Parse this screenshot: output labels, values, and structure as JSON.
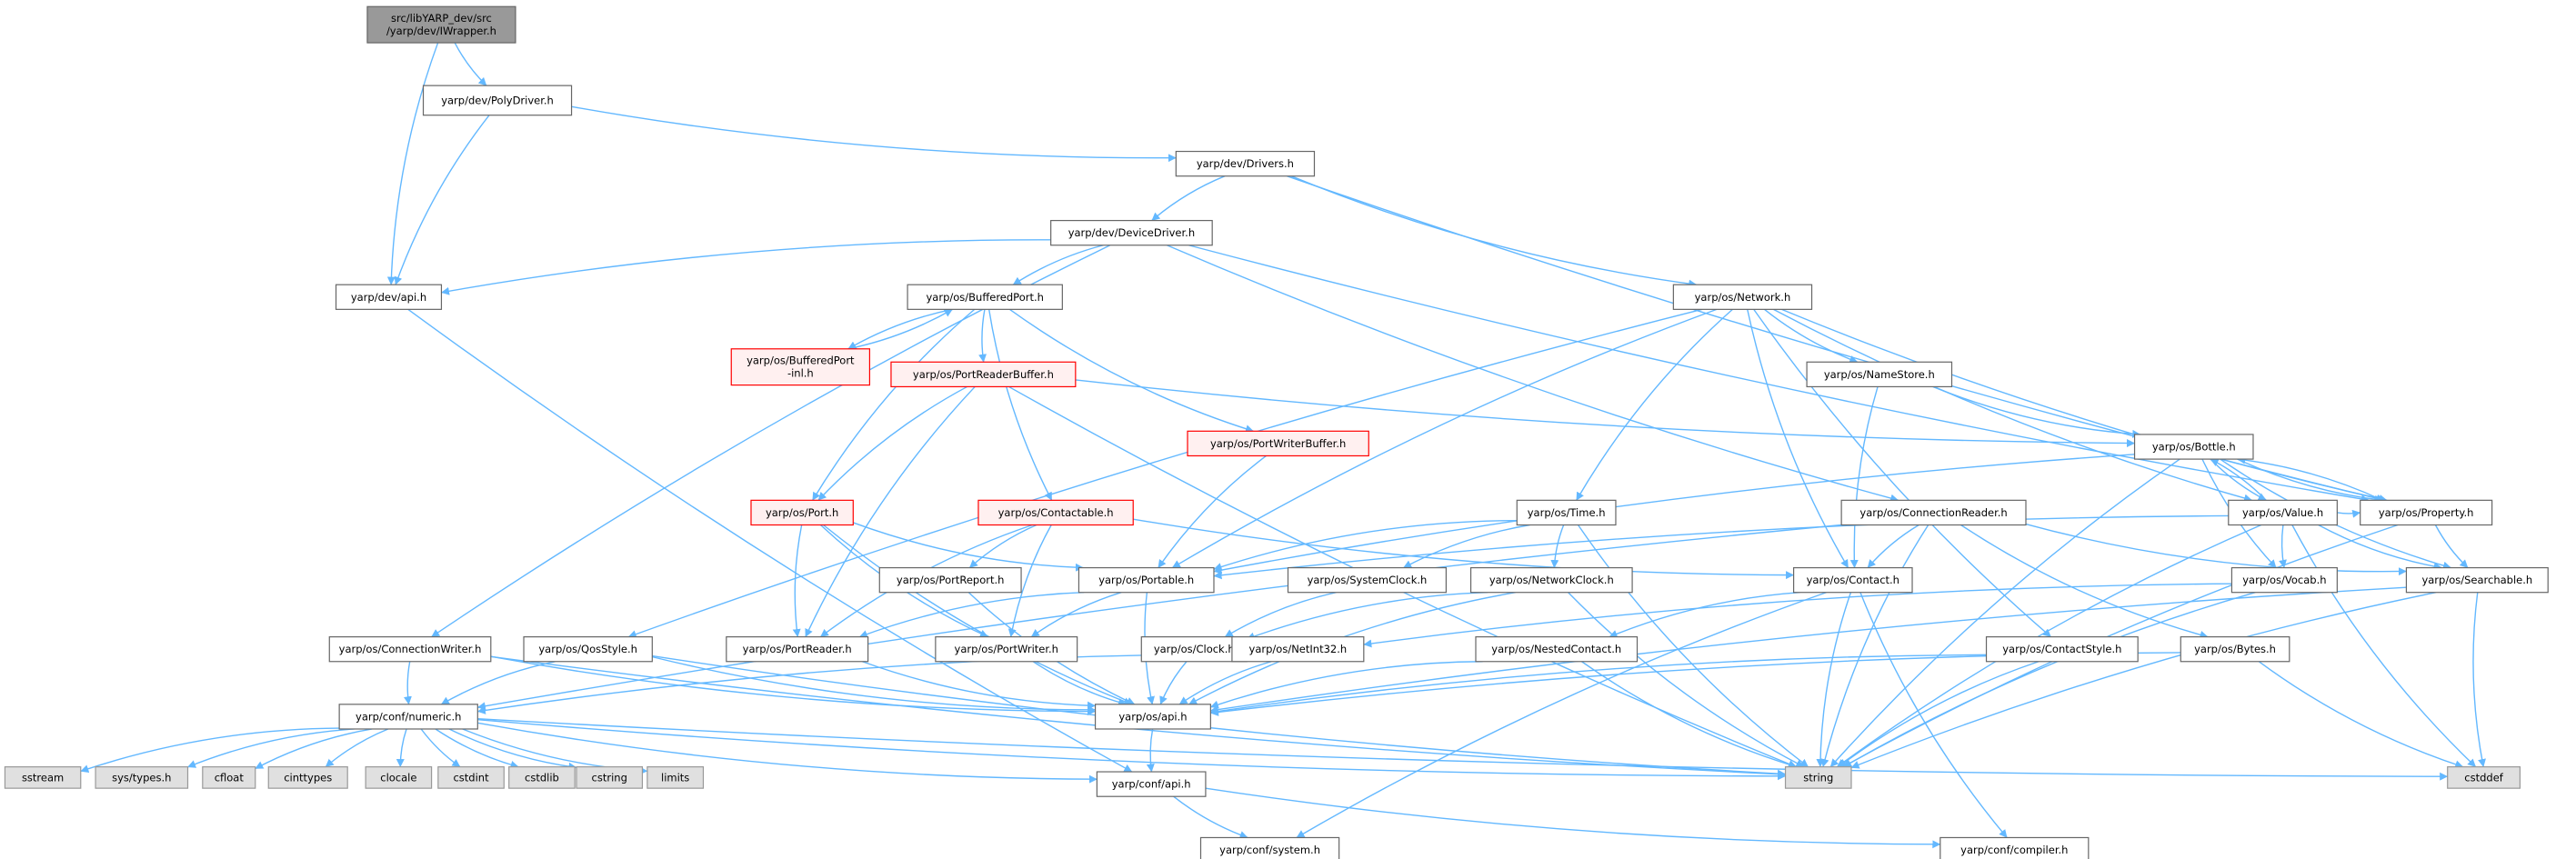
{
  "colors": {
    "edge": "#63B8FF",
    "root_fill": "#999999",
    "normal_fill": "#ffffff",
    "normal_border": "#666666",
    "incomplete_fill": "#FFF0F0",
    "incomplete_border": "#FF0000",
    "external_fill": "#E0E0E0",
    "external_border": "#999999"
  },
  "nodes": [
    {
      "id": "root",
      "label": [
        "src/libYARP_dev/src",
        "/yarp/dev/IWrapper.h"
      ],
      "style": "root"
    },
    {
      "id": "polydriver",
      "label": [
        "yarp/dev/PolyDriver.h"
      ],
      "style": "normal"
    },
    {
      "id": "drivers",
      "label": [
        "yarp/dev/Drivers.h"
      ],
      "style": "normal"
    },
    {
      "id": "devicedriver",
      "label": [
        "yarp/dev/DeviceDriver.h"
      ],
      "style": "normal"
    },
    {
      "id": "devapi",
      "label": [
        "yarp/dev/api.h"
      ],
      "style": "normal"
    },
    {
      "id": "bufferedport",
      "label": [
        "yarp/os/BufferedPort.h"
      ],
      "style": "normal"
    },
    {
      "id": "bufferedportinl",
      "label": [
        "yarp/os/BufferedPort",
        "-inl.h"
      ],
      "style": "incomplete"
    },
    {
      "id": "portreaderbuffer",
      "label": [
        "yarp/os/PortReaderBuffer.h"
      ],
      "style": "incomplete"
    },
    {
      "id": "portwriterbuffer",
      "label": [
        "yarp/os/PortWriterBuffer.h"
      ],
      "style": "incomplete"
    },
    {
      "id": "port",
      "label": [
        "yarp/os/Port.h"
      ],
      "style": "incomplete"
    },
    {
      "id": "contactable",
      "label": [
        "yarp/os/Contactable.h"
      ],
      "style": "incomplete"
    },
    {
      "id": "portreport",
      "label": [
        "yarp/os/PortReport.h"
      ],
      "style": "normal"
    },
    {
      "id": "portable",
      "label": [
        "yarp/os/Portable.h"
      ],
      "style": "normal"
    },
    {
      "id": "portreader",
      "label": [
        "yarp/os/PortReader.h"
      ],
      "style": "normal"
    },
    {
      "id": "portwriter",
      "label": [
        "yarp/os/PortWriter.h"
      ],
      "style": "normal"
    },
    {
      "id": "network",
      "label": [
        "yarp/os/Network.h"
      ],
      "style": "normal"
    },
    {
      "id": "namestore",
      "label": [
        "yarp/os/NameStore.h"
      ],
      "style": "normal"
    },
    {
      "id": "time",
      "label": [
        "yarp/os/Time.h"
      ],
      "style": "normal"
    },
    {
      "id": "connectionreader",
      "label": [
        "yarp/os/ConnectionReader.h"
      ],
      "style": "normal"
    },
    {
      "id": "systemclock",
      "label": [
        "yarp/os/SystemClock.h"
      ],
      "style": "normal"
    },
    {
      "id": "networkclock",
      "label": [
        "yarp/os/NetworkClock.h"
      ],
      "style": "normal"
    },
    {
      "id": "contact",
      "label": [
        "yarp/os/Contact.h"
      ],
      "style": "normal"
    },
    {
      "id": "bottle",
      "label": [
        "yarp/os/Bottle.h"
      ],
      "style": "normal"
    },
    {
      "id": "property",
      "label": [
        "yarp/os/Property.h"
      ],
      "style": "normal"
    },
    {
      "id": "value",
      "label": [
        "yarp/os/Value.h"
      ],
      "style": "normal"
    },
    {
      "id": "searchable",
      "label": [
        "yarp/os/Searchable.h"
      ],
      "style": "normal"
    },
    {
      "id": "vocab",
      "label": [
        "yarp/os/Vocab.h"
      ],
      "style": "normal"
    },
    {
      "id": "clock",
      "label": [
        "yarp/os/Clock.h"
      ],
      "style": "normal"
    },
    {
      "id": "netint32",
      "label": [
        "yarp/os/NetInt32.h"
      ],
      "style": "normal"
    },
    {
      "id": "nestedcontact",
      "label": [
        "yarp/os/NestedContact.h"
      ],
      "style": "normal"
    },
    {
      "id": "contactstyle",
      "label": [
        "yarp/os/ContactStyle.h"
      ],
      "style": "normal"
    },
    {
      "id": "bytes",
      "label": [
        "yarp/os/Bytes.h"
      ],
      "style": "normal"
    },
    {
      "id": "connectionwriter",
      "label": [
        "yarp/os/ConnectionWriter.h"
      ],
      "style": "normal"
    },
    {
      "id": "qosstyle",
      "label": [
        "yarp/os/QosStyle.h"
      ],
      "style": "normal"
    },
    {
      "id": "osapi",
      "label": [
        "yarp/os/api.h"
      ],
      "style": "normal"
    },
    {
      "id": "numeric",
      "label": [
        "yarp/conf/numeric.h"
      ],
      "style": "normal"
    },
    {
      "id": "confapi",
      "label": [
        "yarp/conf/api.h"
      ],
      "style": "normal"
    },
    {
      "id": "system",
      "label": [
        "yarp/conf/system.h"
      ],
      "style": "normal"
    },
    {
      "id": "compiler",
      "label": [
        "yarp/conf/compiler.h"
      ],
      "style": "normal"
    },
    {
      "id": "string",
      "label": [
        "string"
      ],
      "style": "external"
    },
    {
      "id": "cstddef",
      "label": [
        "cstddef"
      ],
      "style": "external"
    },
    {
      "id": "sstream",
      "label": [
        "sstream"
      ],
      "style": "external"
    },
    {
      "id": "systypes",
      "label": [
        "sys/types.h"
      ],
      "style": "external"
    },
    {
      "id": "cfloat",
      "label": [
        "cfloat"
      ],
      "style": "external"
    },
    {
      "id": "cinttypes",
      "label": [
        "cinttypes"
      ],
      "style": "external"
    },
    {
      "id": "clocale",
      "label": [
        "clocale"
      ],
      "style": "external"
    },
    {
      "id": "cstdint",
      "label": [
        "cstdint"
      ],
      "style": "external"
    },
    {
      "id": "cstdlib",
      "label": [
        "cstdlib"
      ],
      "style": "external"
    },
    {
      "id": "cstring",
      "label": [
        "cstring"
      ],
      "style": "external"
    },
    {
      "id": "limits",
      "label": [
        "limits"
      ],
      "style": "external"
    }
  ],
  "edges": [
    [
      "root",
      "polydriver"
    ],
    [
      "root",
      "devapi"
    ],
    [
      "polydriver",
      "drivers"
    ],
    [
      "polydriver",
      "devapi"
    ],
    [
      "drivers",
      "devicedriver"
    ],
    [
      "drivers",
      "network"
    ],
    [
      "drivers",
      "property"
    ],
    [
      "devicedriver",
      "devapi"
    ],
    [
      "devicedriver",
      "bufferedport"
    ],
    [
      "devicedriver",
      "connectionwriter"
    ],
    [
      "devicedriver",
      "connectionreader"
    ],
    [
      "devicedriver",
      "property"
    ],
    [
      "devapi",
      "confapi"
    ],
    [
      "bufferedport",
      "bufferedportinl"
    ],
    [
      "bufferedportinl",
      "bufferedport"
    ],
    [
      "bufferedport",
      "portreaderbuffer"
    ],
    [
      "bufferedport",
      "portwriterbuffer"
    ],
    [
      "bufferedport",
      "port"
    ],
    [
      "bufferedport",
      "contactable"
    ],
    [
      "portreaderbuffer",
      "port"
    ],
    [
      "portreaderbuffer",
      "portreader"
    ],
    [
      "portreaderbuffer",
      "bottle"
    ],
    [
      "portreaderbuffer",
      "string"
    ],
    [
      "portwriterbuffer",
      "portable"
    ],
    [
      "port",
      "portable"
    ],
    [
      "port",
      "portreader"
    ],
    [
      "port",
      "portwriter"
    ],
    [
      "port",
      "osapi"
    ],
    [
      "contactable",
      "portreport"
    ],
    [
      "contactable",
      "portreader"
    ],
    [
      "contactable",
      "portwriter"
    ],
    [
      "contactable",
      "contact"
    ],
    [
      "portreport",
      "osapi"
    ],
    [
      "portable",
      "portreader"
    ],
    [
      "portable",
      "portwriter"
    ],
    [
      "portable",
      "osapi"
    ],
    [
      "portreader",
      "osapi"
    ],
    [
      "portwriter",
      "osapi"
    ],
    [
      "network",
      "portable"
    ],
    [
      "network",
      "namestore"
    ],
    [
      "network",
      "time"
    ],
    [
      "network",
      "contact"
    ],
    [
      "network",
      "contactstyle"
    ],
    [
      "network",
      "property"
    ],
    [
      "network",
      "value"
    ],
    [
      "network",
      "qosstyle"
    ],
    [
      "namestore",
      "contact"
    ],
    [
      "namestore",
      "bottle"
    ],
    [
      "time",
      "systemclock"
    ],
    [
      "time",
      "networkclock"
    ],
    [
      "time",
      "portable"
    ],
    [
      "time",
      "string"
    ],
    [
      "connectionreader",
      "contact"
    ],
    [
      "connectionreader",
      "bytes"
    ],
    [
      "connectionreader",
      "searchable"
    ],
    [
      "connectionreader",
      "numeric"
    ],
    [
      "connectionreader",
      "string"
    ],
    [
      "systemclock",
      "clock"
    ],
    [
      "networkclock",
      "clock"
    ],
    [
      "networkclock",
      "osapi"
    ],
    [
      "networkclock",
      "string"
    ],
    [
      "contact",
      "nestedcontact"
    ],
    [
      "contact",
      "string"
    ],
    [
      "contact",
      "system"
    ],
    [
      "contact",
      "compiler"
    ],
    [
      "bottle",
      "property"
    ],
    [
      "bottle",
      "value"
    ],
    [
      "bottle",
      "searchable"
    ],
    [
      "bottle",
      "vocab"
    ],
    [
      "bottle",
      "portable"
    ],
    [
      "bottle",
      "string"
    ],
    [
      "property",
      "bottle"
    ],
    [
      "property",
      "searchable"
    ],
    [
      "property",
      "string"
    ],
    [
      "value",
      "bottle"
    ],
    [
      "value",
      "property"
    ],
    [
      "value",
      "vocab"
    ],
    [
      "value",
      "searchable"
    ],
    [
      "value",
      "portable"
    ],
    [
      "value",
      "string"
    ],
    [
      "value",
      "cstddef"
    ],
    [
      "searchable",
      "osapi"
    ],
    [
      "searchable",
      "string"
    ],
    [
      "searchable",
      "cstddef"
    ],
    [
      "vocab",
      "netint32"
    ],
    [
      "vocab",
      "string"
    ],
    [
      "clock",
      "osapi"
    ],
    [
      "netint32",
      "osapi"
    ],
    [
      "netint32",
      "numeric"
    ],
    [
      "nestedcontact",
      "osapi"
    ],
    [
      "nestedcontact",
      "string"
    ],
    [
      "contactstyle",
      "osapi"
    ],
    [
      "contactstyle",
      "string"
    ],
    [
      "bytes",
      "osapi"
    ],
    [
      "bytes",
      "cstddef"
    ],
    [
      "connectionwriter",
      "numeric"
    ],
    [
      "connectionwriter",
      "osapi"
    ],
    [
      "connectionwriter",
      "string"
    ],
    [
      "qosstyle",
      "numeric"
    ],
    [
      "qosstyle",
      "osapi"
    ],
    [
      "qosstyle",
      "string"
    ],
    [
      "osapi",
      "confapi"
    ],
    [
      "numeric",
      "confapi"
    ],
    [
      "numeric",
      "string"
    ],
    [
      "numeric",
      "cstddef"
    ],
    [
      "numeric",
      "sstream"
    ],
    [
      "numeric",
      "systypes"
    ],
    [
      "numeric",
      "cfloat"
    ],
    [
      "numeric",
      "cinttypes"
    ],
    [
      "numeric",
      "clocale"
    ],
    [
      "numeric",
      "cstdint"
    ],
    [
      "numeric",
      "cstdlib"
    ],
    [
      "numeric",
      "cstring"
    ],
    [
      "numeric",
      "limits"
    ],
    [
      "confapi",
      "system"
    ],
    [
      "confapi",
      "compiler"
    ]
  ]
}
